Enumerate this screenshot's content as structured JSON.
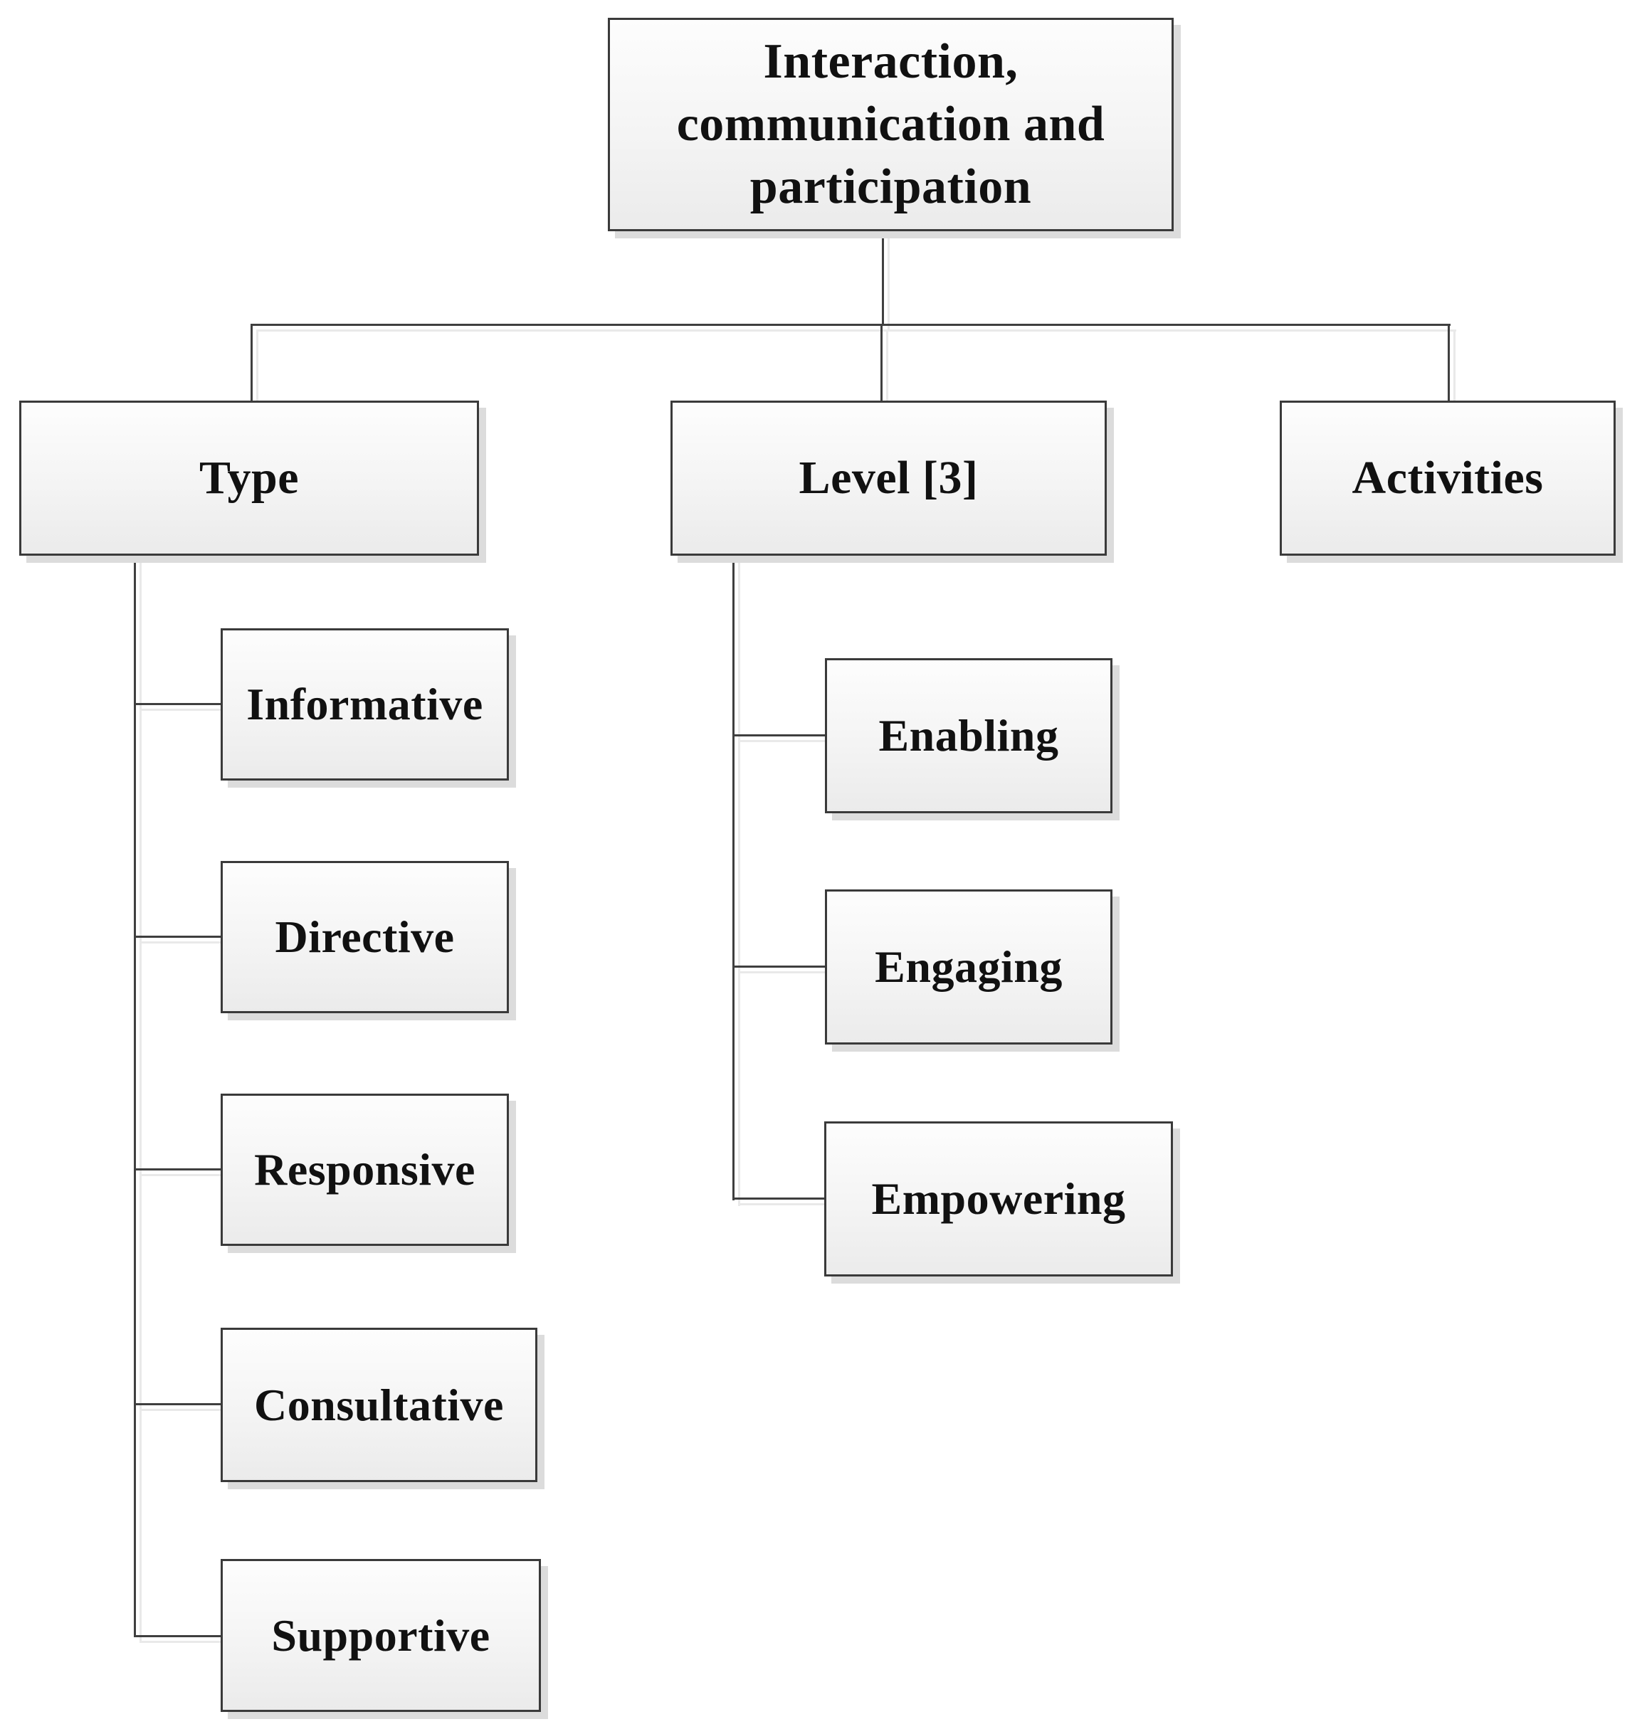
{
  "diagram": {
    "root": {
      "label": "Interaction,\ncommunication and\nparticipation"
    },
    "level2": [
      {
        "id": "type",
        "label": "Type"
      },
      {
        "id": "level",
        "label": "Level [3]"
      },
      {
        "id": "activities",
        "label": "Activities"
      }
    ],
    "type_children": [
      "Informative",
      "Directive",
      "Responsive",
      "Consultative",
      "Supportive"
    ],
    "level_children": [
      "Enabling",
      "Engaging",
      "Empowering"
    ],
    "colors": {
      "box_border": "#3a3a3a",
      "box_fill_top": "#fdfdfd",
      "box_fill_bottom": "#ebebeb",
      "box_shadow": "#dcdcdc",
      "connector": "#3f3f3f",
      "connector_shadow": "#e9e9e9",
      "text": "#111111",
      "background": "#ffffff"
    }
  }
}
